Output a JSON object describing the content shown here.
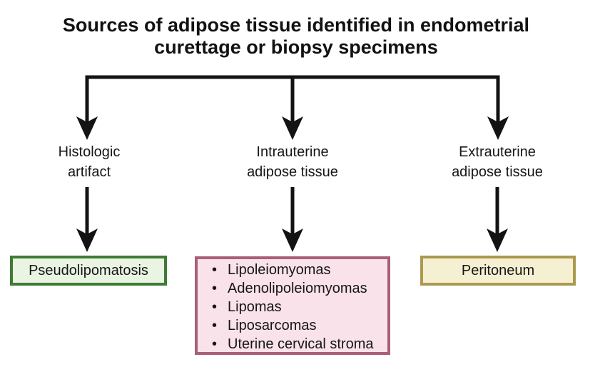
{
  "diagram": {
    "title": "Sources of adipose tissue identified in endometrial curettage or biopsy specimens",
    "arrow_color": "#131313",
    "branches": [
      {
        "id": "histologic-artifact",
        "label_line1": "Histologic",
        "label_line2": "artifact",
        "result_box": {
          "type": "single",
          "text": "Pseudolipomatosis",
          "fill_color": "#EAF4E2",
          "border_color": "#3E7B33"
        }
      },
      {
        "id": "intrauterine-adipose-tissue",
        "label_line1": "Intrauterine",
        "label_line2": "adipose tissue",
        "result_box": {
          "type": "list",
          "items": [
            "Lipoleiomyomas",
            "Adenolipoleiomyomas",
            "Lipomas",
            "Liposarcomas",
            "Uterine cervical stroma"
          ],
          "fill_color": "#F9E2EA",
          "border_color": "#A85F77"
        }
      },
      {
        "id": "extrauterine-adipose-tissue",
        "label_line1": "Extrauterine",
        "label_line2": "adipose tissue",
        "result_box": {
          "type": "single",
          "text": "Peritoneum",
          "fill_color": "#F5F0D2",
          "border_color": "#AA9A4F"
        }
      }
    ]
  }
}
